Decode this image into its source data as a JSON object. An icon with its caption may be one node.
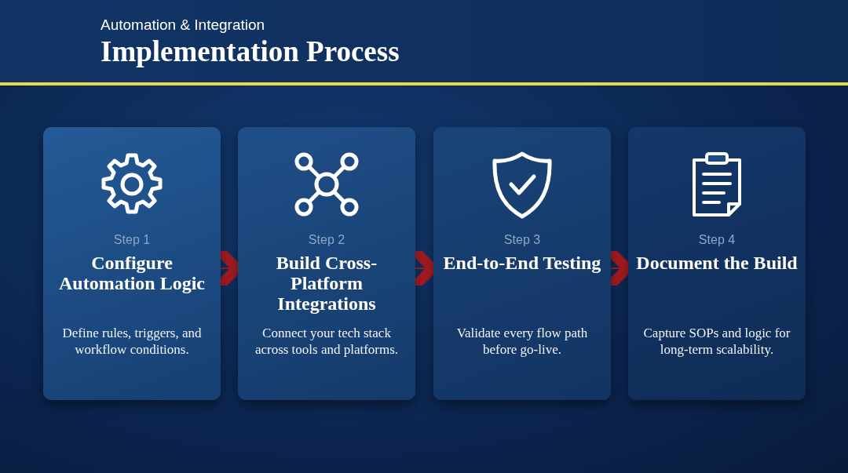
{
  "diagram": {
    "title": "Implementation Process",
    "nodes": [
      {
        "text": [
          "Step 1",
          "Configure Automation Logic",
          "Define rules, triggers, and workflow conditions."
        ]
      },
      {
        "text": [
          "Step 2",
          "Build Cross-Platform Integrations",
          "Connect your tech stack across tools and platforms."
        ]
      },
      {
        "text": [
          "Step 3",
          "End-to-End Testing",
          "Validate every flow path before go-live."
        ]
      },
      {
        "text": [
          "Step 4",
          "Document the Build",
          "Capture SOPs and logic for long-term scalability."
        ]
      }
    ],
    "edges": [
      {
        "from": 0,
        "to": 1,
        "arrow": "to"
      },
      {
        "from": 1,
        "to": 2,
        "arrow": "to"
      },
      {
        "from": 2,
        "to": 3,
        "arrow": "to"
      }
    ],
    "labels": [
      "Automation & Integration"
    ]
  }
}
